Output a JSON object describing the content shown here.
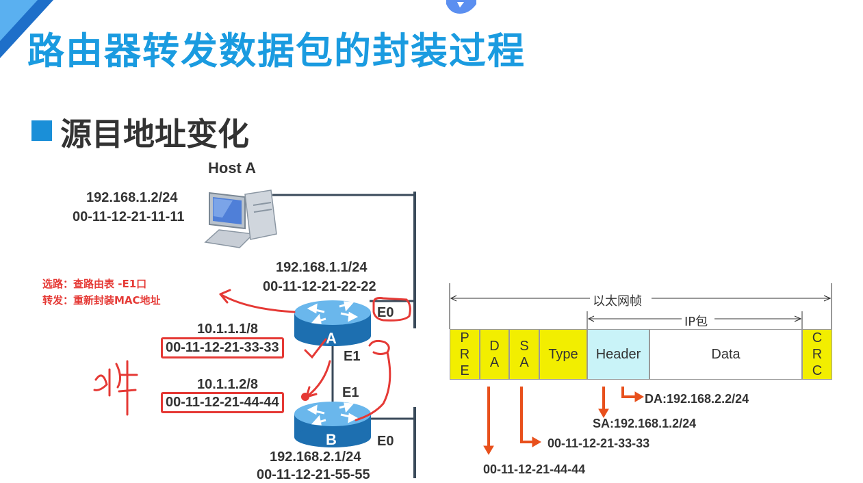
{
  "title": "路由器转发数据包的封装过程",
  "section": "源目地址变化",
  "host_a": {
    "name": "Host A",
    "ip": "192.168.1.2/24",
    "mac": "00-11-12-21-11-11"
  },
  "router_a": {
    "label": "A",
    "e0_ip": "192.168.1.1/24",
    "e0_mac": "00-11-12-21-22-22",
    "e0_label": "E0",
    "e1_label": "E1",
    "e1_ip": "10.1.1.1/8",
    "e1_mac": "00-11-12-21-33-33"
  },
  "router_b": {
    "label": "B",
    "e1_label": "E1",
    "e1_ip": "10.1.1.2/8",
    "e1_mac": "00-11-12-21-44-44",
    "e0_label": "E0",
    "e0_ip": "192.168.2.1/24",
    "e0_mac": "00-11-12-21-55-55"
  },
  "annotations": {
    "route_note": "选路：查路由表 -E1口",
    "forward_note": "转发：重新封装MAC地址"
  },
  "frame": {
    "ethernet_label": "以太网帧",
    "ip_label": "IP包",
    "fields": {
      "pre": [
        "P",
        "R",
        "E"
      ],
      "da": [
        "D",
        "A"
      ],
      "sa": [
        "S",
        "A"
      ],
      "type": "Type",
      "header": "Header",
      "data": "Data",
      "crc": [
        "C",
        "R",
        "C"
      ]
    },
    "ip_da": "DA:192.168.2.2/24",
    "ip_sa": "SA:192.168.1.2/24",
    "mac_sa": "00-11-12-21-33-33",
    "mac_da": "00-11-12-21-44-44"
  },
  "colors": {
    "title": "#1a9be0",
    "annotation": "#e53935",
    "arrow": "#e8501c",
    "yellow": "#f2ee00",
    "cyan": "#c9f3f8"
  }
}
